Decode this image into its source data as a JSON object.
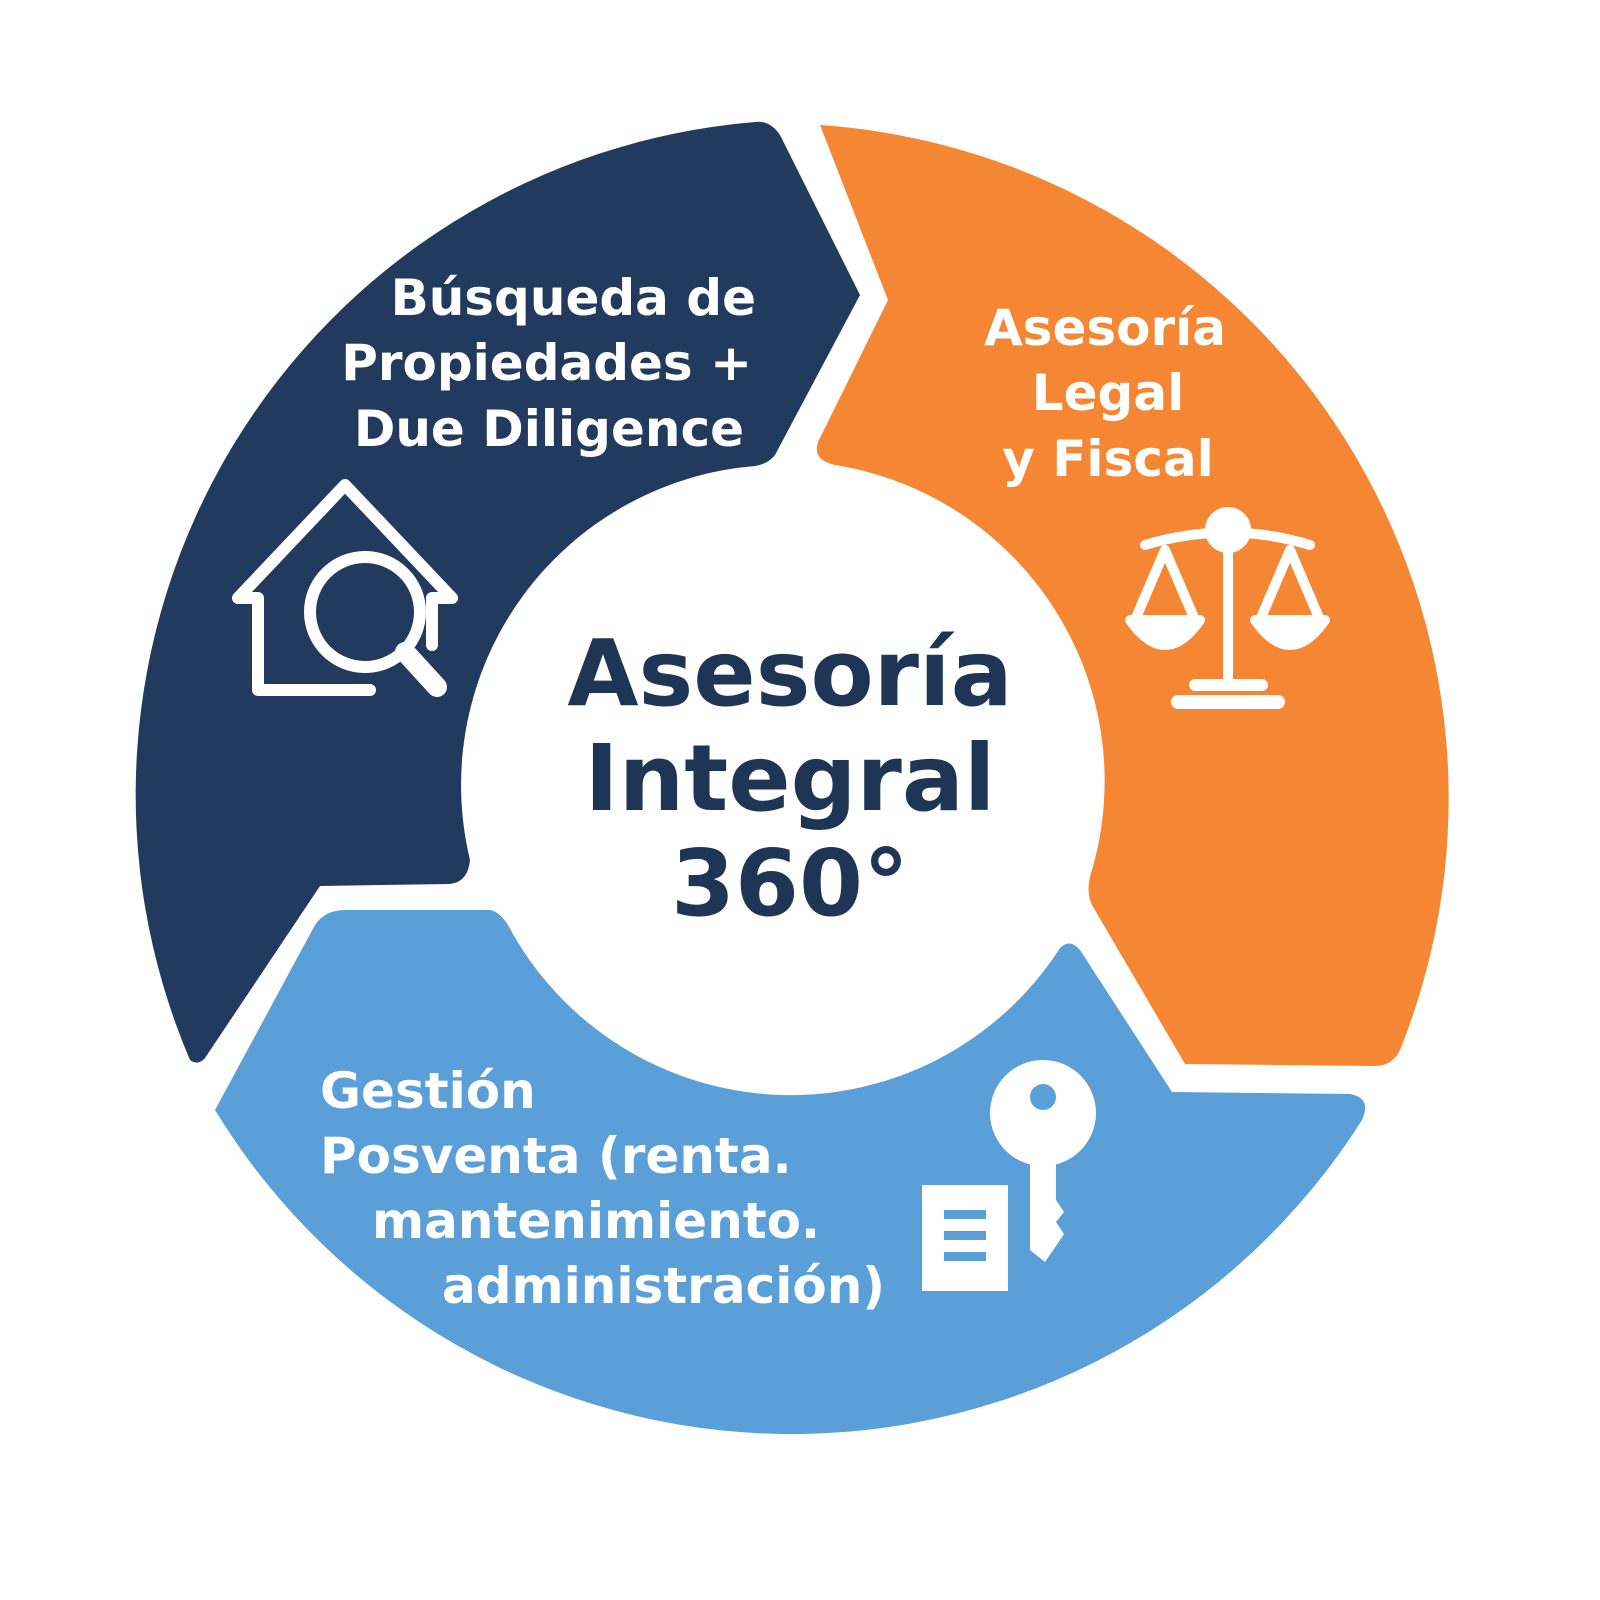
{
  "center": {
    "lines": [
      "Asesoría",
      "Integral",
      "360°"
    ]
  },
  "segments": [
    {
      "id": "search",
      "lines": [
        "Búsqueda de",
        "Propiedades +",
        "Due Diligence"
      ],
      "icon": "house-search-icon",
      "color": "#223a5e"
    },
    {
      "id": "legal",
      "lines": [
        "Asesoría",
        "Legal",
        "y Fiscal"
      ],
      "icon": "scales-icon",
      "color": "#f58634"
    },
    {
      "id": "postsale",
      "lines": [
        "Gestión",
        "Posventa (renta.",
        "mantenimiento.",
        "administración)"
      ],
      "icon": "key-document-icon",
      "color": "#5a9fd8"
    }
  ]
}
